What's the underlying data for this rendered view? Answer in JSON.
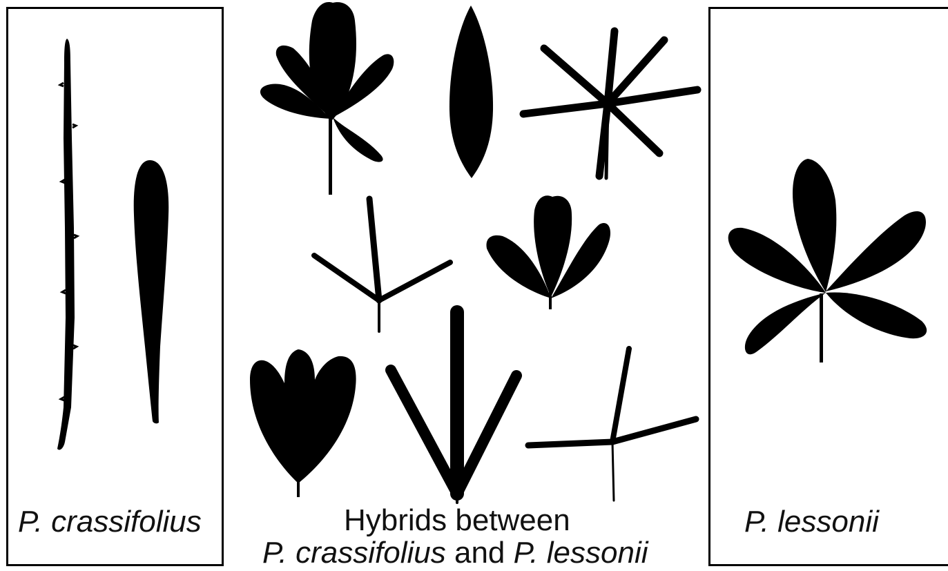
{
  "left_panel": {
    "species": "P. crassifolius"
  },
  "right_panel": {
    "species": "P. lessonii"
  },
  "middle": {
    "title": "Hybrids between",
    "species_a": "P. crassifolius",
    "connector": " and ",
    "species_b": "P. lessonii"
  },
  "colors": {
    "ink": "#000000",
    "background": "#ffffff"
  }
}
